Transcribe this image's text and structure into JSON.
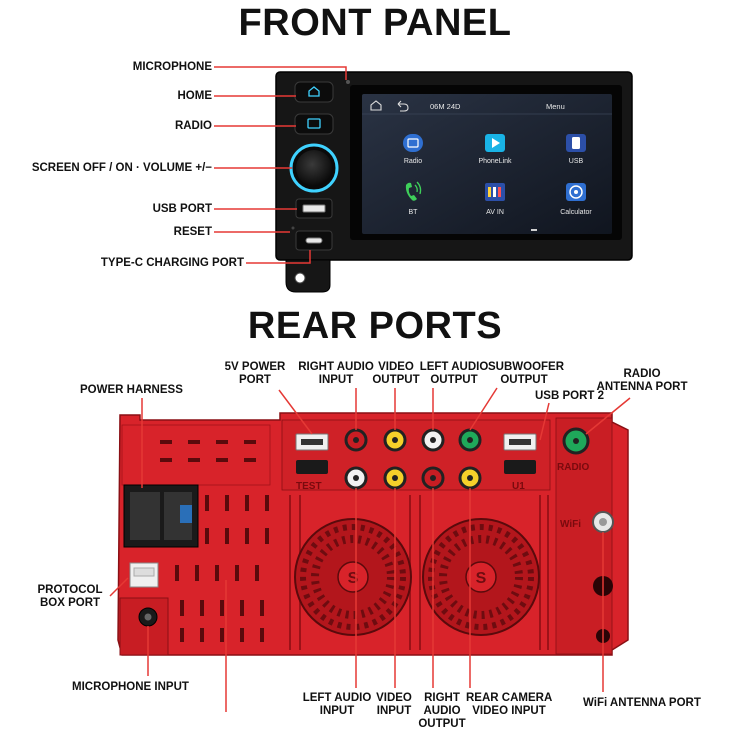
{
  "front": {
    "title": "FRONT PANEL",
    "labels": {
      "microphone": "MICROPHONE",
      "home": "HOME",
      "radio": "RADIO",
      "screen": "SCREEN OFF / ON · VOLUME +/−",
      "usb": "USB PORT",
      "reset": "RESET",
      "typec": "TYPE-C CHARGING PORT"
    },
    "screen": {
      "clock": "06M 24D",
      "menu": "Menu",
      "apps": [
        "Radio",
        "PhoneLink",
        "USB",
        "BT",
        "AV IN",
        "Calculator"
      ]
    }
  },
  "rear": {
    "title": "REAR PORTS",
    "labels": {
      "power_harness": "POWER HARNESS",
      "five_v": "5V POWER\nPORT",
      "right_audio_in": "RIGHT AUDIO\nINPUT",
      "video_out": "VIDEO\nOUTPUT",
      "left_audio_out": "LEFT AUDIO\nOUTPUT",
      "subwoofer": "SUBWOOFER\nOUTPUT",
      "usb2": "USB PORT 2",
      "radio_ant": "RADIO\nANTENNA PORT",
      "protocol": "PROTOCOL\nBOX PORT",
      "mic_in": "MICROPHONE INPUT",
      "left_audio_in": "LEFT AUDIO\nINPUT",
      "video_in": "VIDEO\nINPUT",
      "right_audio_out": "RIGHT\nAUDIO\nOUTPUT",
      "rear_cam": "REAR CAMERA\nVIDEO INPUT",
      "wifi_ant": "WiFi ANTENNA PORT"
    },
    "panel_text": {
      "test": "TEST",
      "radio": "RADIO",
      "wifi": "WiFi",
      "u1": "U1"
    }
  },
  "colors": {
    "line": "#e53935",
    "chassis": "#d8232a",
    "glow": "#3fd2ff"
  }
}
